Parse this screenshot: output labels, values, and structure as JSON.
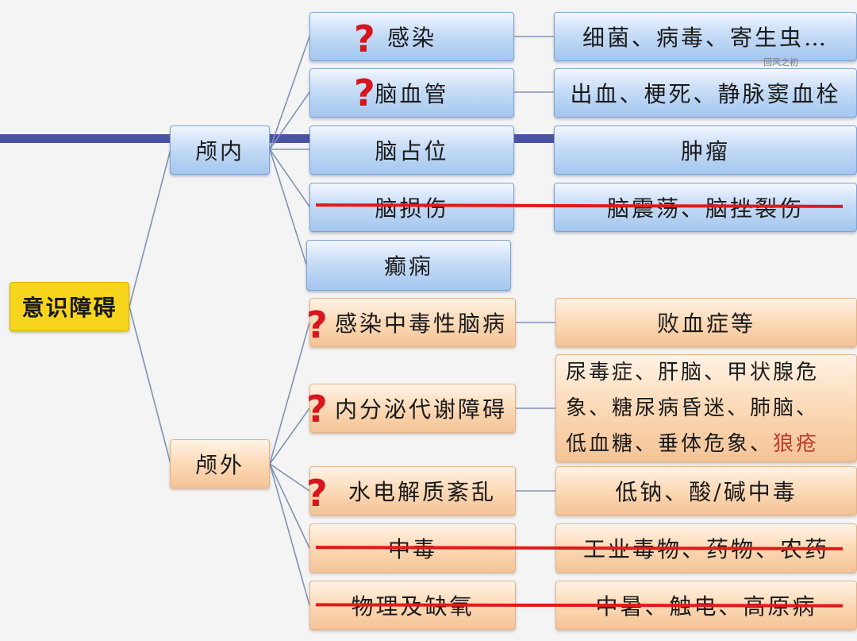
{
  "root": {
    "label": "意识障碍"
  },
  "intracranial": {
    "label": "颅内",
    "items": [
      {
        "label": "感染",
        "detail": "细菌、病毒、寄生虫…",
        "questioned": true,
        "struck": false
      },
      {
        "label": "脑血管",
        "detail": "出血、梗死、静脉窦血栓",
        "questioned": true,
        "struck": false
      },
      {
        "label": "脑占位",
        "detail": "肿瘤",
        "questioned": false,
        "struck": false
      },
      {
        "label": "脑损伤",
        "detail": "脑震荡、脑挫裂伤",
        "questioned": false,
        "struck": true
      },
      {
        "label": "癫痫",
        "detail": null,
        "questioned": false,
        "struck": false
      }
    ]
  },
  "extracranial": {
    "label": "颅外",
    "items": [
      {
        "label": "感染中毒性脑病",
        "detail": "败血症等",
        "questioned": true,
        "struck": false
      },
      {
        "label": "内分泌代谢障碍",
        "detail_lines": [
          "尿毒症、肝脑、甲状腺危",
          "象、糖尿病昏迷、肺脑、",
          "低血糖、垂体危象、"
        ],
        "detail_highlight": "狼疮",
        "questioned": true,
        "struck": false
      },
      {
        "label": "水电解质紊乱",
        "detail": "低钠、酸/碱中毒",
        "questioned": true,
        "struck": false
      },
      {
        "label": "中毒",
        "detail": "工业毒物、药物、农药",
        "questioned": false,
        "struck": true
      },
      {
        "label": "物理及缺氧",
        "detail": "中暑、触电、高原病",
        "questioned": false,
        "struck": true
      }
    ]
  },
  "annotations": {
    "question_mark": "?",
    "watermark": "回风之初"
  },
  "colors": {
    "intracranial_box": "#b9d3f3",
    "extracranial_box": "#f9d2ab",
    "root_box": "#f7d51d",
    "strike": "#e11a1a",
    "question": "#d8141c",
    "band": "#4a52a6",
    "highlight_text": "#c0392b"
  }
}
